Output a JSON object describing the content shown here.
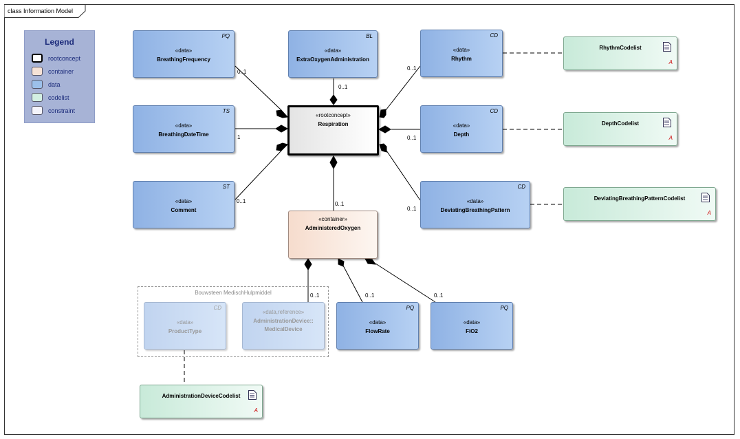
{
  "diagram_title": "class Information Model",
  "legend": {
    "title": "Legend",
    "items": [
      {
        "label": "rootconcept",
        "color": "#ffffff"
      },
      {
        "label": "container",
        "color": "#f6e2d6"
      },
      {
        "label": "data",
        "color": "#9cc0ea"
      },
      {
        "label": "codelist",
        "color": "#d3efe2"
      },
      {
        "label": "constraint",
        "color": "#f4f4fb"
      }
    ]
  },
  "nodes": {
    "breathing_frequency": {
      "stereotype": "«data»",
      "name": "BreathingFrequency",
      "type": "PQ"
    },
    "extra_oxygen": {
      "stereotype": "«data»",
      "name": "ExtraOxygenAdministration",
      "type": "BL"
    },
    "rhythm": {
      "stereotype": "«data»",
      "name": "Rhythm",
      "type": "CD"
    },
    "breathing_datetime": {
      "stereotype": "«data»",
      "name": "BreathingDateTime",
      "type": "TS"
    },
    "respiration": {
      "stereotype": "«rootconcept»",
      "name": "Respiration"
    },
    "depth": {
      "stereotype": "«data»",
      "name": "Depth",
      "type": "CD"
    },
    "comment": {
      "stereotype": "«data»",
      "name": "Comment",
      "type": "ST"
    },
    "administered_oxygen": {
      "stereotype": "«container»",
      "name": "AdministeredOxygen"
    },
    "deviating_pattern": {
      "stereotype": "«data»",
      "name": "DeviatingBreathingPattern",
      "type": "CD"
    },
    "product_type": {
      "stereotype": "«data»",
      "name": "ProductType",
      "type": "CD"
    },
    "administration_device": {
      "stereotype": "«data,reference»",
      "name": "AdministrationDevice::",
      "name2": "MedicalDevice"
    },
    "flow_rate": {
      "stereotype": "«data»",
      "name": "FlowRate",
      "type": "PQ"
    },
    "fio2": {
      "stereotype": "«data»",
      "name": "FiO2",
      "type": "PQ"
    },
    "rhythm_codelist": {
      "name": "RhythmCodelist",
      "marker": "A"
    },
    "depth_codelist": {
      "name": "DepthCodelist",
      "marker": "A"
    },
    "deviating_codelist": {
      "name": "DeviatingBreathingPatternCodelist",
      "marker": "A"
    },
    "admin_device_codelist": {
      "name": "AdministrationDeviceCodelist",
      "marker": "A"
    }
  },
  "group": {
    "title": "Bouwsteen MedischHulpmiddel"
  },
  "multiplicities": {
    "breathing_frequency": "0..1",
    "extra_oxygen": "0..1",
    "rhythm": "0..1",
    "breathing_datetime": "1",
    "depth": "0..1",
    "comment": "0..1",
    "administered_oxygen": "0..1",
    "deviating_pattern": "0..1",
    "administration_device": "0..1",
    "flow_rate": "0..1",
    "fio2": "0..1"
  }
}
